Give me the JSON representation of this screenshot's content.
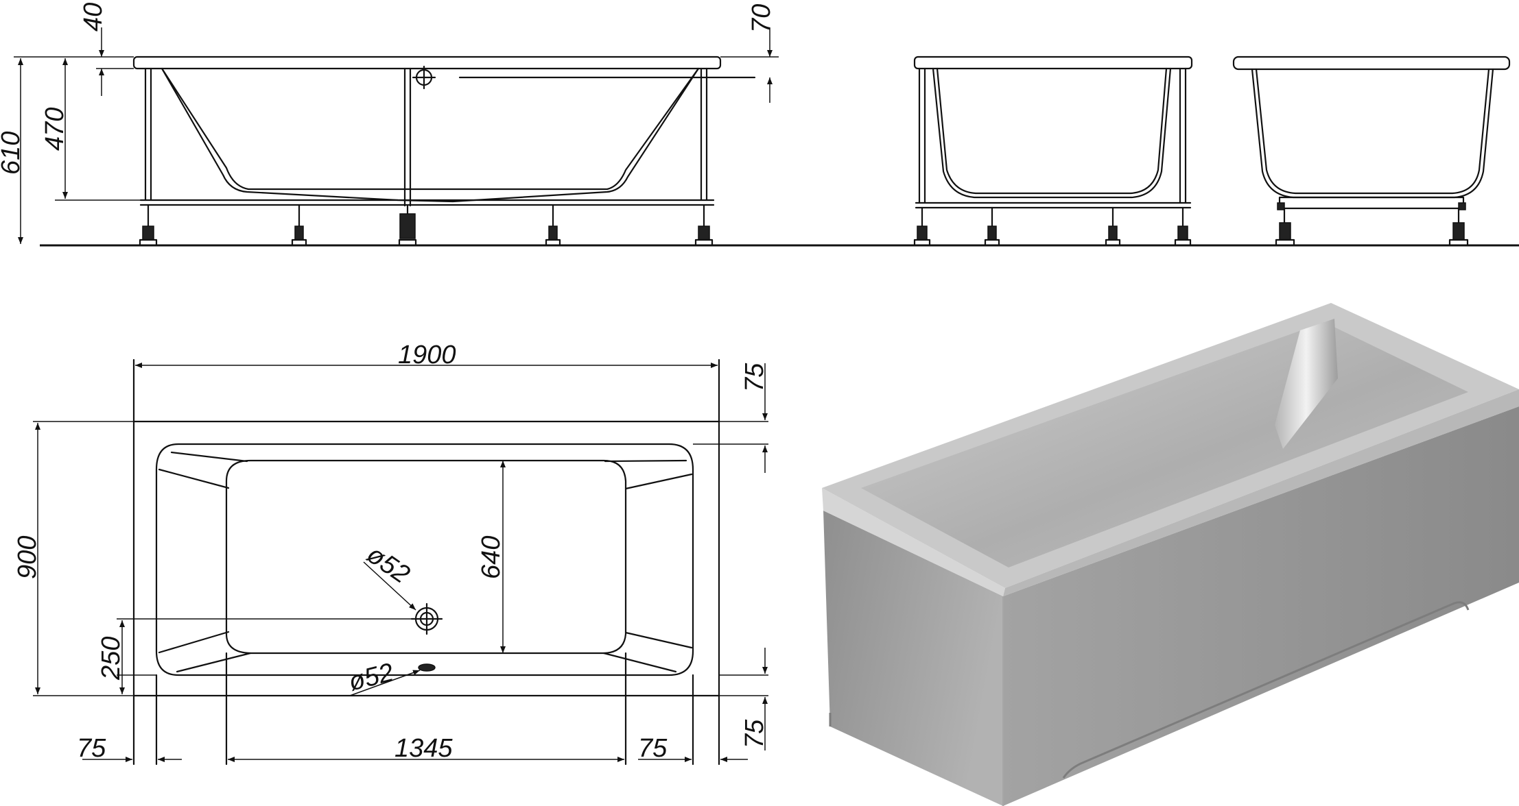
{
  "dimensions": {
    "rim_top": "40",
    "rim_side": "70",
    "inner_depth": "470",
    "total_height": "610",
    "length": "1900",
    "width": "900",
    "rim_75_top": "75",
    "rim_75_bottom": "75",
    "rim_75_left": "75",
    "rim_75_right": "75",
    "inner_length": "1345",
    "inner_width": "640",
    "drain_offset": "250",
    "drain_diameter": "ø52",
    "overflow_diameter": "ø52"
  },
  "colors": {
    "line": "#111111",
    "background": "#ffffff",
    "render_front": "#9a9a9a",
    "render_side": "#b0b0b0",
    "render_top": "#c8c8c8",
    "render_inner": "#bdbdbd"
  }
}
